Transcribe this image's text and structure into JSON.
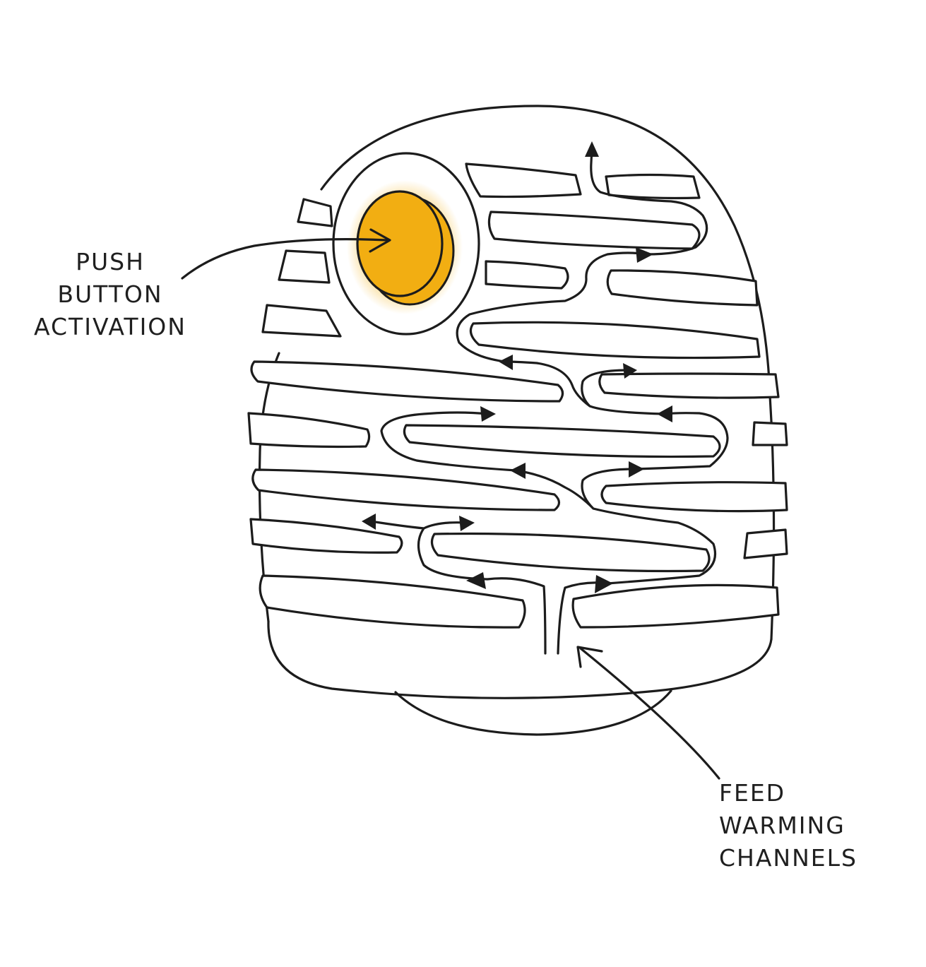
{
  "labels": {
    "push_button": [
      "PUSH",
      "BUTTON",
      "ACTIVATION"
    ],
    "feed_warming": [
      "FEED",
      "WARMING",
      "CHANNELS"
    ]
  },
  "colors": {
    "button_fill": "#F2AE12",
    "button_glow": "#F7C85A",
    "ink": "#1c1c1c",
    "paper": "#ffffff"
  }
}
